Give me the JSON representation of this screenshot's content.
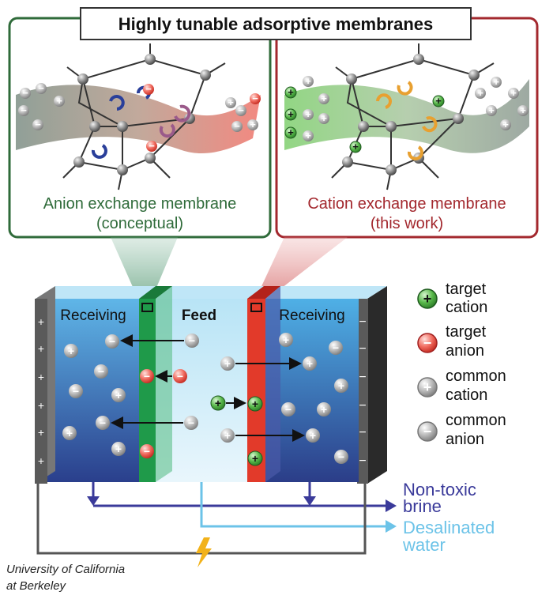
{
  "title": "Highly tunable adsorptive membranes",
  "panels": {
    "anion": {
      "name": "Anion exchange membrane",
      "note": "(conceptual)"
    },
    "cation": {
      "name": "Cation exchange membrane",
      "note": "(this work)"
    }
  },
  "cell": {
    "receiving_left": "Receiving",
    "feed": "Feed",
    "receiving_right": "Receiving"
  },
  "legend": [
    {
      "line1": "target",
      "line2": "cation",
      "symbol": "+",
      "color": "#2e9a3a"
    },
    {
      "line1": "target",
      "line2": "anion",
      "symbol": "−",
      "color": "#e24a4a"
    },
    {
      "line1": "common",
      "line2": "cation",
      "symbol": "+",
      "color": "#9a9a9a"
    },
    {
      "line1": "common",
      "line2": "anion",
      "symbol": "−",
      "color": "#9a9a9a"
    }
  ],
  "outputs": {
    "brine_line1": "Non-toxic",
    "brine_line2": "brine",
    "water_line1": "Desalinated",
    "water_line2": "water"
  },
  "credit_line1": "University of California",
  "credit_line2": "at Berkeley",
  "colors": {
    "anion_panel": "#2f6b3a",
    "cation_panel": "#a3282e",
    "brine": "#3a3a9a",
    "water": "#6cc3e8",
    "anion_membrane": "#1f9a4a",
    "cation_membrane": "#e23a2a"
  }
}
